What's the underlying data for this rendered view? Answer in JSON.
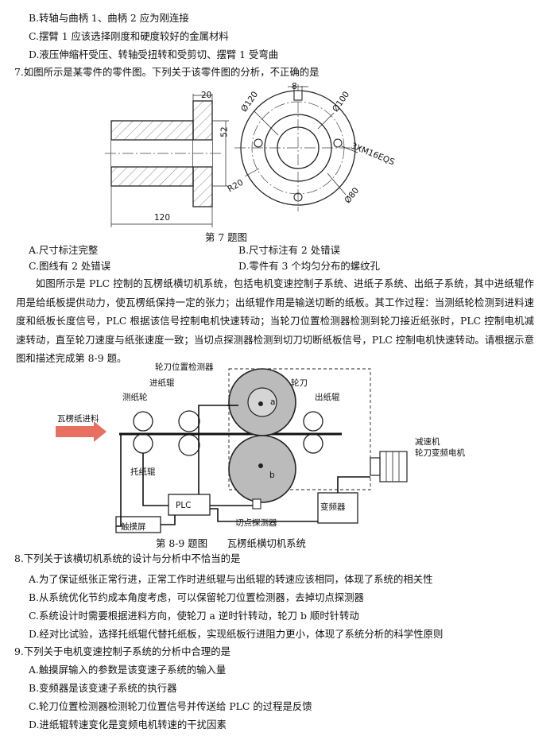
{
  "prev_options": [
    "B.转轴与曲柄 1、曲柄 2 应为刚连接",
    "C.摆臂 1 应该选择刚度和硬度较好的金属材料",
    "D.液压伸缩杆受压、转轴受扭转和受剪切、摆臂 1 受弯曲"
  ],
  "q7": {
    "stem": "7.如图所示是某零件的零件图。下列关于该零件图的分析，不正确的是",
    "caption": "第 7 题图",
    "options": {
      "A": "A.尺寸标注完整",
      "B": "B.尺寸标注有 2 处错误",
      "C": "C.图线有 2 处错误",
      "D": "D.零件有 3 个均匀分布的螺纹孔"
    },
    "dims": {
      "d20": "20",
      "d52": "52",
      "d120": "120",
      "r20": "R20",
      "phi120": "Ø120",
      "d8": "8",
      "phi100": "Ø100",
      "thread": "3XM16EQS",
      "phi80": "Ø80"
    }
  },
  "passage": "如图所示是 PLC 控制的瓦楞纸横切机系统，包括电机变速控制子系统、进纸子系统、出纸子系统，其中进纸辊作用是给纸板提供动力，使瓦楞纸保持一定的张力；出纸辊作用是输送切断的纸板。其工作过程：当测纸轮检测到进料速度和纸板长度信号，PLC 根据该信号控制电机快速转动；当轮刀位置检测器检测到轮刀接近纸张时，PLC 控制电机减速转动，直至轮刀速度与纸张速度一致；当切点探测器检测到切刀切断纸板信号，PLC 控制电机快速转动。请根据示意图和描述完成第 8-9 题。",
  "fig89": {
    "labels": {
      "blade_detector": "轮刀位置检测器",
      "feed_roller": "进纸辊",
      "measure_wheel": "测纸轮",
      "blade": "轮刀",
      "out_roller": "出纸辊",
      "feed_in": "瓦楞纸进料",
      "a": "a",
      "b": "b",
      "reducer": "减速机",
      "motor": "轮刀变频电机",
      "support_roller": "托纸辊",
      "plc": "PLC",
      "inverter": "变频器",
      "touch": "触摸屏",
      "cut_detector": "切点探测器"
    },
    "caption": "第 8-9 题图　　瓦楞纸横切机系统"
  },
  "q8": {
    "stem": "8.下列关于该横切机系统的设计与分析中不恰当的是",
    "options": [
      "A.为了保证纸张正常行进，正常工作时进纸辊与出纸辊的转速应该相同，体现了系统的相关性",
      "B.从系统优化节约成本角度考虑，可以保留轮刀位置检测器，去掉切点探测器",
      "C.系统设计时需要根据进料方向，使轮刀 a 逆时针转动，轮刀 b 顺时针转动",
      "D.经对比试验，选择托纸辊代替托纸板，实现纸板行进阻力更小，体现了系统分析的科学性原则"
    ]
  },
  "q9": {
    "stem": "9.下列关于电机变速控制子系统的分析中合理的是",
    "options": [
      "A.触摸屏输入的参数是该变速子系统的输入量",
      "B.变频器是该变速子系统的执行器",
      "C.轮刀位置检测器检测轮刀位置信号并传送给 PLC 的过程是反馈",
      "D.进纸辊转速变化是变频电机转速的干扰因素"
    ]
  }
}
